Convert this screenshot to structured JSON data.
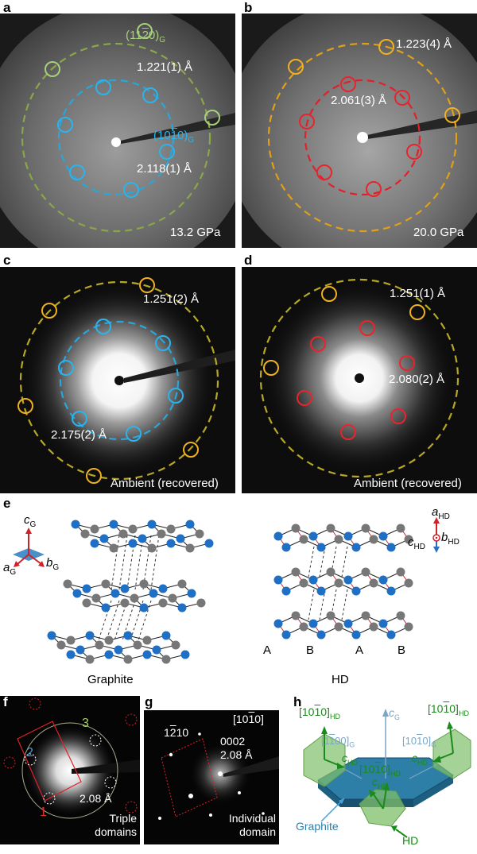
{
  "panels": {
    "a": {
      "label": "a",
      "outer_index": "(11",
      "outer_index_bar": "2",
      "outer_index_end": "0)",
      "outer_index_sub": "G",
      "outer_d": "1.221(1) Å",
      "inner_index": "(10",
      "inner_index_bar": "1",
      "inner_index_end": "0)",
      "inner_index_sub": "G",
      "inner_d": "2.118(1) Å",
      "pressure": "13.2 GPa"
    },
    "b": {
      "label": "b",
      "outer_d": "1.223(4) Å",
      "inner_d": "2.061(3) Å",
      "pressure": "20.0 GPa"
    },
    "c": {
      "label": "c",
      "outer_d": "1.251(2) Å",
      "inner_d": "2.175(2) Å",
      "condition": "Ambient (recovered)"
    },
    "d": {
      "label": "d",
      "outer_d": "1.251(1) Å",
      "inner_d": "2.080(2) Å",
      "condition": "Ambient (recovered)"
    },
    "e": {
      "label": "e",
      "axis_c": "c",
      "axis_c_sub": "G",
      "axis_a": "a",
      "axis_a_sub": "G",
      "axis_b": "b",
      "axis_b_sub": "G",
      "hd_axis_a": "a",
      "hd_axis_a_sub": "HD",
      "hd_axis_b": "b",
      "hd_axis_b_sub": "HD",
      "hd_axis_c": "c",
      "hd_axis_c_sub": "HD",
      "graphite_caption": "Graphite",
      "hd_caption": "HD",
      "stack_labels": [
        "A",
        "B",
        "A",
        "B"
      ]
    },
    "f": {
      "label": "f",
      "domain_numbers": [
        "1",
        "2",
        "3"
      ],
      "d_value": "2.08 Å",
      "caption_line1": "Triple",
      "caption_line2": "domains"
    },
    "g": {
      "label": "g",
      "zone": "[10",
      "zone_bar": "1",
      "zone_end": "0]",
      "spot_index_pre": "1",
      "spot_index_bar": "2",
      "spot_index_post": "10",
      "spot_0002": "0002",
      "d_value": "2.08 Å",
      "caption_line1": "Individual",
      "caption_line2": "domain"
    },
    "h": {
      "label": "h",
      "left_top": "[10",
      "left_top_bar": "1",
      "left_top_end": "0]",
      "left_top_sub": "HD",
      "right_top": "[10",
      "right_top_bar": "1",
      "right_top_end": "0]",
      "right_top_sub": "HD",
      "c_g": "c",
      "c_g_sub": "G",
      "g_left": "[1",
      "g_left_bar": "1",
      "g_left_end": "00]",
      "g_left_sub": "G",
      "g_right": "[10",
      "g_right_bar": "1",
      "g_right_end": "0]",
      "g_right_sub": "G",
      "mid": "[10",
      "mid_bar": "1",
      "mid_end": "0]",
      "mid_sub": "HD",
      "c_hd_left": "c",
      "c_hd_sub": "HD",
      "graphite": "Graphite",
      "hd": "HD"
    }
  },
  "colors": {
    "green_ring": "#8aa64a",
    "blue_ring": "#2aa6d8",
    "orange_ring": "#e0a018",
    "red_ring": "#e0202a",
    "olive_ring": "#b7a824",
    "atom_blue": "#1f6fc4",
    "atom_gray": "#777777",
    "graphite_blue": "#2d7fa8",
    "hd_green": "#7fbf6a"
  }
}
